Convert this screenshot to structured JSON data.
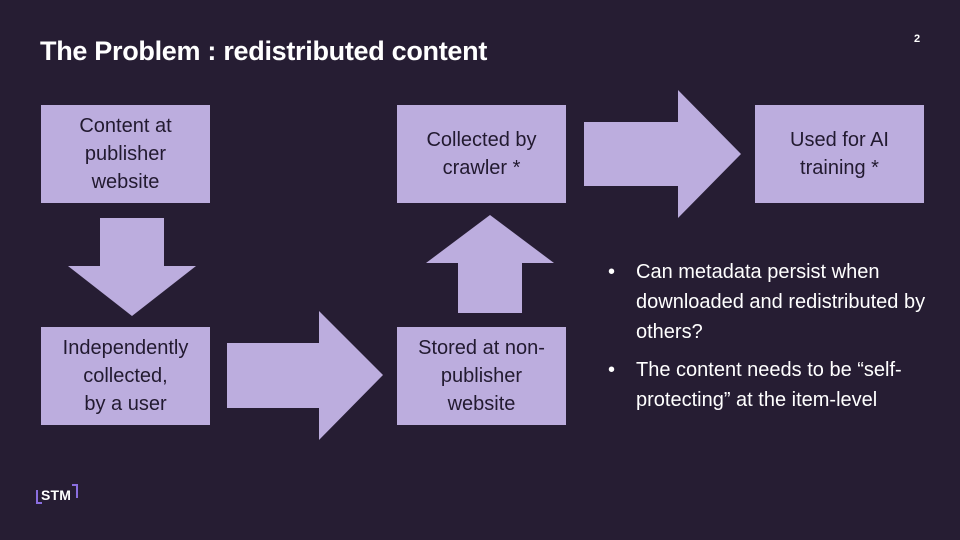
{
  "slide": {
    "title": "The Problem : redistributed content",
    "page_number": "2"
  },
  "flow": {
    "content_at_publisher": "Content at\npublisher\nwebsite",
    "independently_collected": "Independently\ncollected,\nby a user",
    "stored_non_publisher": "Stored at non-\npublisher\nwebsite",
    "collected_by_crawler": "Collected by\ncrawler *",
    "used_for_ai": "Used for AI\ntraining *"
  },
  "bullets": [
    "Can metadata persist when downloaded and redistributed by others?",
    "The content needs to be “self-protecting” at the item-level"
  ],
  "bullet_glyph": "•",
  "logo": {
    "text": "STM"
  },
  "colors": {
    "background": "#261d33",
    "shape_fill": "#bcadde",
    "shape_text": "#221a30",
    "logo_accent": "#8a6ee0"
  }
}
